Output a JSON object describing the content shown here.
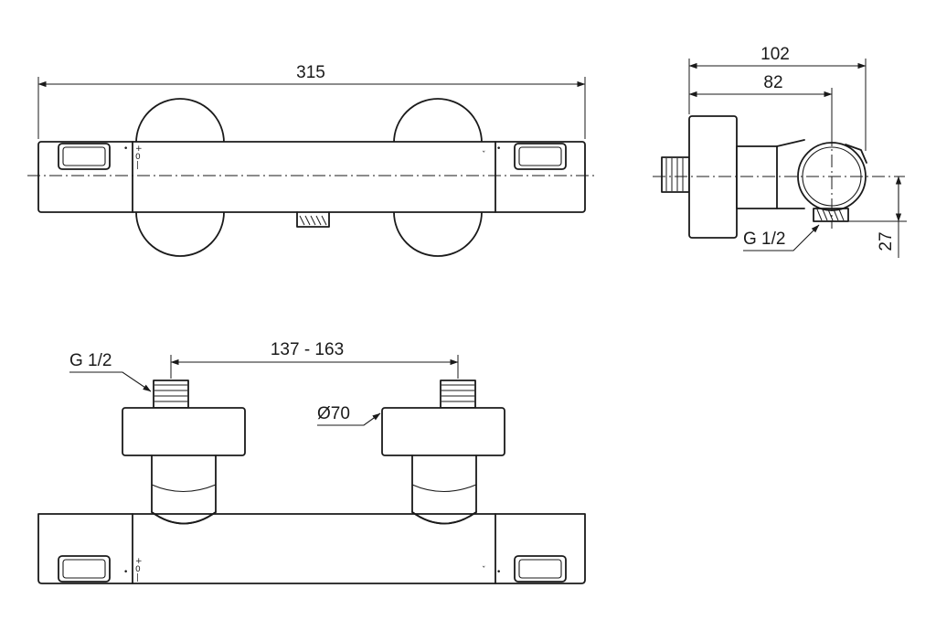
{
  "dimensions": {
    "overall_length": "315",
    "overall_depth": "102",
    "wall_to_outlet": "82",
    "outlet_height": "27",
    "outlet_thread": "G 1/2",
    "inlet_thread": "G 1/2",
    "inlet_spacing": "137 - 163",
    "escutcheon_diameter": "Ø70"
  },
  "markings": {
    "temp_plus": "+",
    "temp_minus": "|",
    "temp_zero": "0",
    "flow_mark": "ˇ",
    "dot": "•"
  }
}
